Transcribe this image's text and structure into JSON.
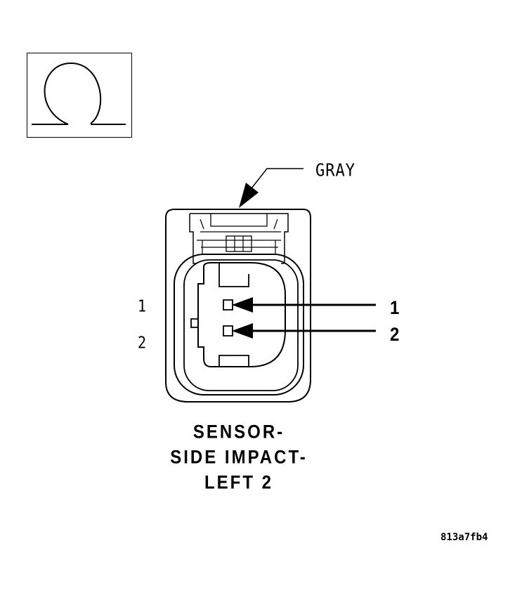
{
  "symbol": {
    "icon": "ohm-icon"
  },
  "callouts": {
    "color_label": "GRAY"
  },
  "pins_left": {
    "pin1": "1",
    "pin2": "2"
  },
  "pins_right": {
    "pin1": "1",
    "pin2": "2"
  },
  "title": {
    "line1": "SENSOR-",
    "line2": "SIDE IMPACT-",
    "line3": "LEFT 2"
  },
  "figure_id": "813a7fb4"
}
